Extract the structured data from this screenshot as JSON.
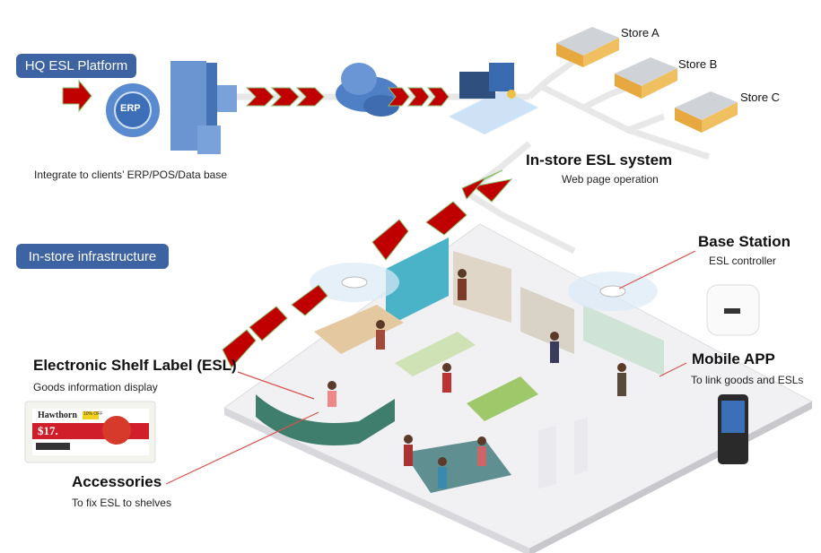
{
  "hq": {
    "badge": "HQ ESL Platform",
    "caption": "Integrate to clients’ ERP/POS/Data base",
    "erp_logo": "ERP"
  },
  "stores": [
    "Store A",
    "Store B",
    "Store C"
  ],
  "instore_system": {
    "title": "In-store ESL system",
    "subtitle": "Web page operation"
  },
  "infrastructure": {
    "badge": "In-store infrastructure"
  },
  "base_station": {
    "title": "Base Station",
    "subtitle": "ESL controller"
  },
  "mobile_app": {
    "title": "Mobile APP",
    "subtitle": "To link goods and ESLs"
  },
  "esl": {
    "title": "Electronic Shelf Label (ESL)",
    "subtitle": "Goods information display",
    "label_brand": "Hawthorn",
    "label_price": "$17.",
    "label_promo": "10% OFF"
  },
  "accessories": {
    "title": "Accessories",
    "subtitle": "To fix ESL to shelves"
  },
  "colors": {
    "badge": "#3d63a3",
    "arrow": "#c00000",
    "line": "#e6e6e6",
    "pointer": "#d9534f"
  }
}
